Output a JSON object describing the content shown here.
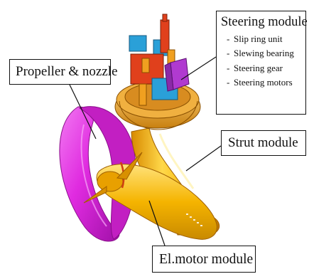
{
  "labels": {
    "propeller_nozzle": "Propeller & nozzle",
    "steering_module": {
      "title": "Steering module",
      "items": [
        "Slip ring unit",
        "Slewing bearing",
        "Steering gear",
        "Steering motors"
      ]
    },
    "strut_module": "Strut module",
    "el_motor_module": "El.motor module"
  },
  "colors": {
    "nozzle": "#e02be0",
    "strut": "#f5b400",
    "bearing": "#e8a020",
    "steering_gear_blue": "#2aa0d8",
    "steering_gear_red": "#e0401c",
    "steering_motor_magenta": "#b03ad0",
    "label_border": "#111111"
  }
}
